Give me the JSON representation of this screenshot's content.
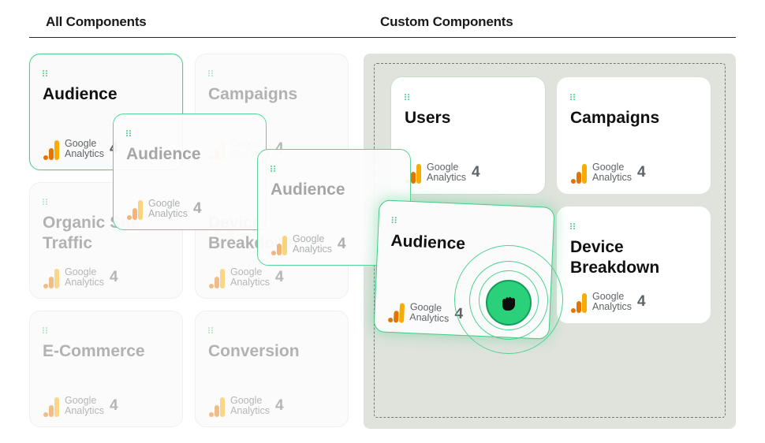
{
  "headers": {
    "all": "All Components",
    "custom": "Custom Components"
  },
  "ga": {
    "line1": "Google",
    "line2": "Analytics",
    "version": "4"
  },
  "all_components": [
    {
      "title": "Audience"
    },
    {
      "title": "Campaigns"
    },
    {
      "title": "Organic Site\nTraffic"
    },
    {
      "title": "Device\nBreakdown"
    },
    {
      "title": "E-Commerce"
    },
    {
      "title": "Conversion"
    }
  ],
  "ghosts": [
    {
      "title": "Audience"
    },
    {
      "title": "Audience"
    }
  ],
  "custom_components": [
    {
      "title": "Users"
    },
    {
      "title": "Campaigns"
    },
    {
      "title": "Device\nBreakdown"
    }
  ],
  "dragging": {
    "title": "Audience"
  },
  "colors": {
    "accent": "#3fcc83",
    "panel": "#dfe3dc",
    "ga_orange": "#e37400",
    "ga_yellow": "#f9ab00"
  },
  "icons": {
    "drag": "drag-handle-icon",
    "cursor": "grab-hand-icon",
    "logo": "google-analytics-logo-icon"
  }
}
